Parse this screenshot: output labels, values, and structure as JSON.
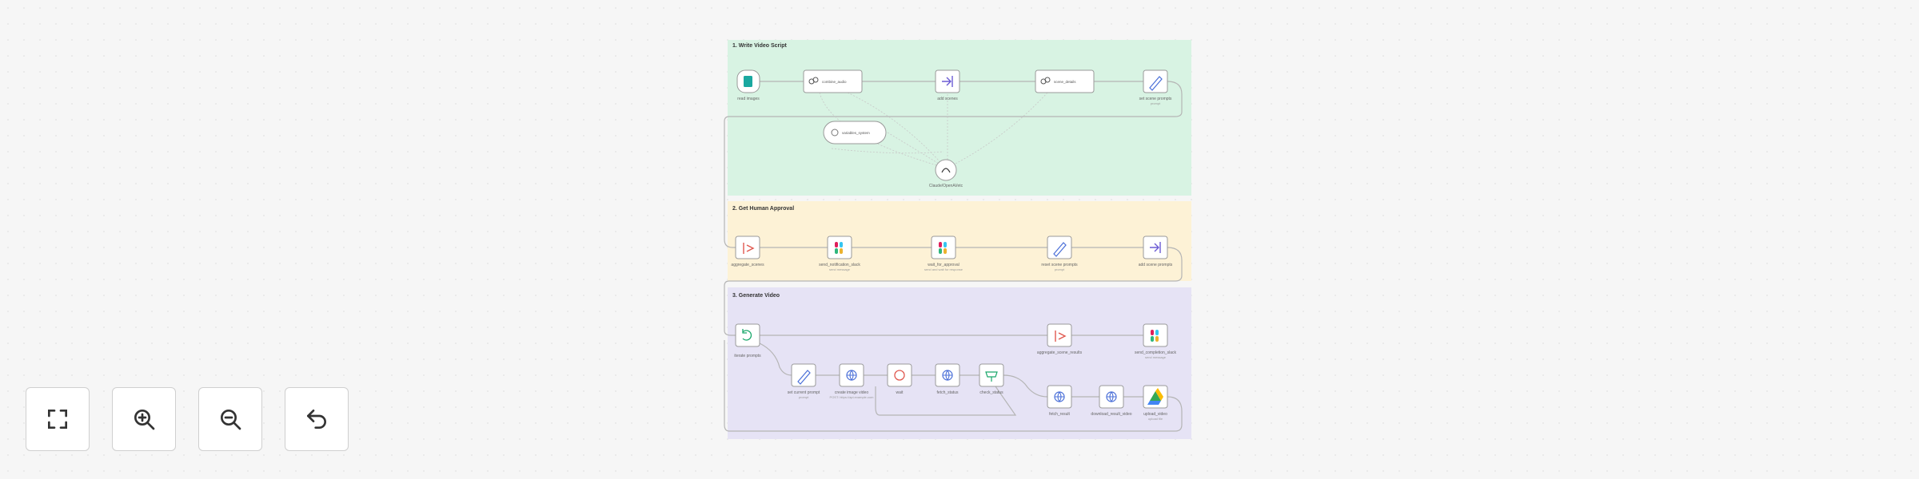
{
  "groups": [
    {
      "title": "1. Write Video Script",
      "color": "#d8f3e3"
    },
    {
      "title": "2. Get Human Approval",
      "color": "#fdf2d6"
    },
    {
      "title": "3. Generate Video",
      "color": "#e6e3f5"
    }
  ],
  "nodes": {
    "read_images": {
      "label": "read images",
      "icon": "document-icon"
    },
    "combine_audio": {
      "label": "combine_audio",
      "sub": ""
    },
    "add_scenes": {
      "label": "add scenes"
    },
    "scene_details": {
      "label": "scene_details",
      "sub": ""
    },
    "set_scene_prompts": {
      "label": "set scene prompts",
      "sub": "prompt"
    },
    "variables_system": {
      "label": "variables_system"
    },
    "llm_model": {
      "label": "Claude/OpenAI/etc"
    },
    "aggregate_scenes": {
      "label": "aggregate_scenes"
    },
    "send_notification": {
      "label": "send_notification_slack",
      "sub": "send message"
    },
    "wait_for_approval": {
      "label": "wait_for_approval",
      "sub": "send and wait for response"
    },
    "reset_scene_prompts": {
      "label": "reset scene prompts",
      "sub": "prompt"
    },
    "add_scene_prompts": {
      "label": "add scene prompts"
    },
    "iterate_prompts": {
      "label": "iterate prompts"
    },
    "set_current_prompt": {
      "label": "set current prompt",
      "sub": "prompt"
    },
    "create_image_video": {
      "label": "create image video",
      "sub": "POST: https://api.example.com"
    },
    "wait": {
      "label": "wait"
    },
    "fetch_status": {
      "label": "fetch_status"
    },
    "check_status": {
      "label": "check_status"
    },
    "aggregate_scene_results": {
      "label": "aggregate_scene_results"
    },
    "send_completion_slack": {
      "label": "send_completion_slack",
      "sub": "send message"
    },
    "fetch_result": {
      "label": "fetch_result"
    },
    "download_result_video": {
      "label": "download_result_video"
    },
    "upload_video": {
      "label": "upload_video",
      "sub": "upload file"
    }
  },
  "controls": [
    {
      "name": "fit-view-button",
      "icon": "fullscreen-icon"
    },
    {
      "name": "zoom-in-button",
      "icon": "zoom-in-icon"
    },
    {
      "name": "zoom-out-button",
      "icon": "zoom-out-icon"
    },
    {
      "name": "undo-button",
      "icon": "undo-icon"
    }
  ]
}
